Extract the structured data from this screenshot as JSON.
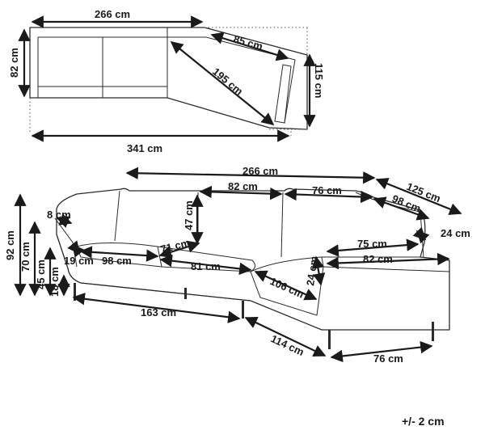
{
  "dimensions": {
    "top_width": "266 cm",
    "top_depth": "82 cm",
    "top_chaise_depth": "85 cm",
    "top_diagonal": "195 cm",
    "top_chaise_height": "115 cm",
    "top_total_width": "341 cm",
    "front_width": "266 cm",
    "back_seat_left": "82 cm",
    "back_seat_right": "76 cm",
    "chaise_back_length": "125 cm",
    "chaise_back_inner": "98 cm",
    "arm_width": "8 cm",
    "back_height": "47 cm",
    "total_height": "92 cm",
    "arm_height": "70 cm",
    "seat_height": "45 cm",
    "leg_height": "18 cm",
    "arm_depth": "19 cm",
    "seat_width": "98 cm",
    "seat_corner": "71 cm",
    "seat_middle": "81 cm",
    "chaise_seat_length": "75 cm",
    "chaise_arm_depth": "24 cm",
    "chaise_side_length": "82 cm",
    "chaise_back_thickness": "24 cm",
    "chaise_front": "106 cm",
    "base_left": "163 cm",
    "base_diagonal": "114 cm",
    "base_right": "76 cm"
  },
  "tolerance": "+/- 2 cm"
}
